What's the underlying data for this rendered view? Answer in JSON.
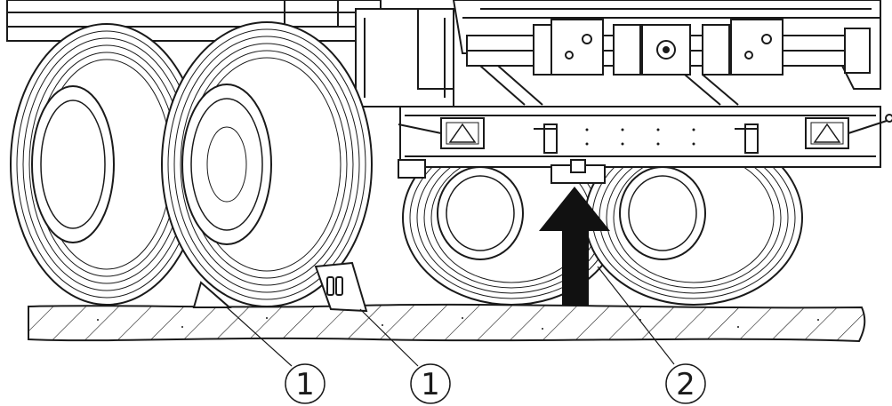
{
  "callouts": [
    {
      "id": "1a",
      "label": "1",
      "part": "wheel-chock"
    },
    {
      "id": "1b",
      "label": "1",
      "part": "wheel-chock"
    },
    {
      "id": "2",
      "label": "2",
      "part": "jack-support-arrow"
    }
  ],
  "colors": {
    "line": "#1a1a1a",
    "background": "#ffffff",
    "arrow": "#111111"
  }
}
